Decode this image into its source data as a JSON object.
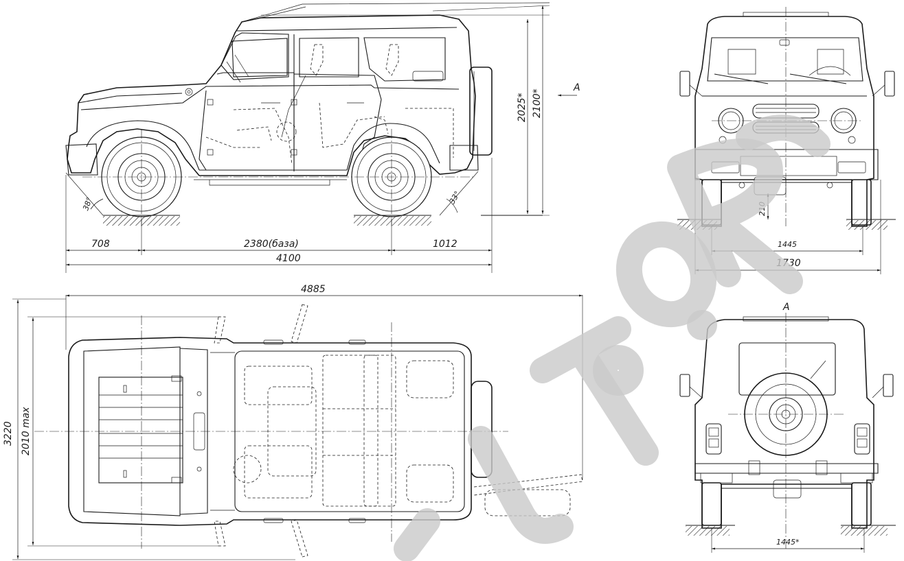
{
  "drawing": {
    "side_view": {
      "dim_front_overhang": "708",
      "dim_wheelbase": "2380(база)",
      "dim_rear_overhang": "1012",
      "dim_length": "4100",
      "dim_height_loaded": "2025*",
      "dim_height_max": "2100*",
      "angle_approach": "38°",
      "angle_departure": "33°",
      "view_marker": "А"
    },
    "front_view": {
      "dim_ground_clearance": "210",
      "dim_track": "1445",
      "dim_width": "1730"
    },
    "top_view": {
      "dim_length_doors_open": "4885",
      "dim_width_doors_open": "3220",
      "dim_width_mirrors": "2010 max"
    },
    "rear_view": {
      "view_marker": "А",
      "dim_track": "1445*"
    },
    "watermark": {
      "text_shape": "AUTO.RU"
    }
  }
}
